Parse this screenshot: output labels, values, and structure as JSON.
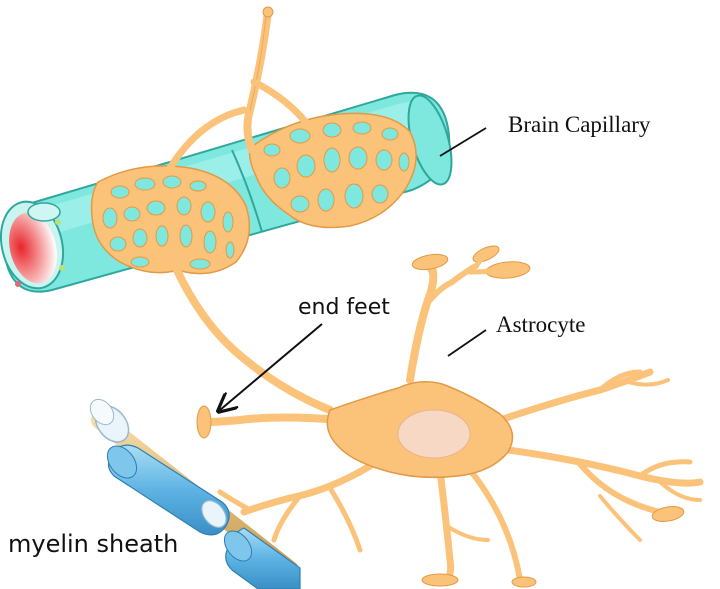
{
  "labels": {
    "brain_capillary": "Brain Capillary",
    "astrocyte": "Astrocyte",
    "end_feet": "end feet",
    "myelin_sheath": "myelin sheath"
  },
  "colors": {
    "astrocyte_fill": "#FBC27A",
    "astrocyte_stroke": "#E29A45",
    "capillary_fill": "#7EE8DF",
    "capillary_stroke": "#2FA79D",
    "lumen_red": "#E8242B",
    "myelin_blue": "#5EB3E4",
    "axon_tan": "#E6C27F"
  }
}
